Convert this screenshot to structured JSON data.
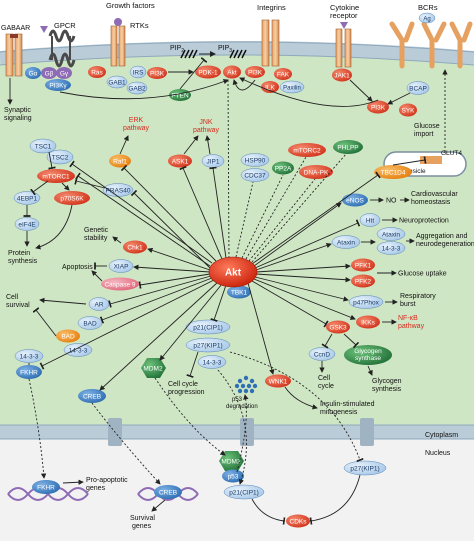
{
  "colors": {
    "cell_bg": "#cfe6c4",
    "membrane": "#b9ccd8",
    "nucleus_bg": "#f2f2f2",
    "blue": "#3d7fc4",
    "light_blue": "#bcd7ef",
    "red": "#e0492e",
    "orange": "#ef8a1f",
    "pink": "#e87a8d",
    "green": "#2f8a3e",
    "dark_blue": "#1f5fa0",
    "red_text": "#d62b1e"
  },
  "membrane_labels": {
    "gaba": "GABAAR",
    "gpcr": "GPCR",
    "growth_factors": "Growth factors",
    "rtks": "RTKs",
    "integrins": "Integrins",
    "cytokine_receptor": "Cytokine receptor",
    "bcrs": "BCRs",
    "pip2": "PIP",
    "pip3": "PIP",
    "pip2_sub": "2",
    "pip3_sub": "3"
  },
  "proteins": {
    "ga": "Gα",
    "gb": "Gβ",
    "gy": "Gγ",
    "pi3kg": "PI3Kγ",
    "ras": "Ras",
    "irs": "IRS",
    "gab1": "GAB1",
    "gab2": "GAB2",
    "pi3k_rtk": "PI3K",
    "pdk1": "PDK-1",
    "akt_mem": "Akt",
    "pten": "PTEN",
    "pi3k_int": "PI3K",
    "fak": "FAK",
    "ilk": "ILK",
    "paxillin": "Paxilin",
    "jak1": "JAK1",
    "pi3k_cyt": "PI3K",
    "bcap": "BCAP",
    "syk": "SYK",
    "ag": "Ag",
    "tsc1": "TSC1",
    "tsc2": "TSC2",
    "mtorc1": "mTORC1",
    "ebp1": "4EBP1",
    "p70s6k": "p70S6K",
    "eif4e": "eIF4E",
    "pras40": "PRAS40",
    "raf1": "Raf1",
    "ask1": "ASK1",
    "jip1": "JIP1",
    "hsp90": "HSP90",
    "cdc37": "CDC37",
    "mtorc2": "mTORC2",
    "phlpp": "PHLPP",
    "pp2a": "PP2A",
    "dnapk": "DNA-PK",
    "tbc1d4": "TBC1D4",
    "glut4": "GLUT4",
    "enos": "eNOS",
    "htt": "Htt",
    "ataxin_a": "Ataxin",
    "ataxin_b": "Ataxin",
    "f1433_ataxin": "14-3-3",
    "pfk1": "PFK1",
    "pfk2": "PFK2",
    "p47phox": "p47Phox",
    "ikks": "IKKs",
    "gsk3": "GSK3",
    "cond": "CcnD",
    "glycogen_synthase": "Glycogen synthase",
    "wnk1": "WNK1",
    "tbk1": "TBK1",
    "chk1": "Chk1",
    "xiap": "XIAP",
    "caspase9": "Caspase 9",
    "ar": "AR",
    "bad": "BAD",
    "f1433_bad": "14-3-3",
    "f1433_fkhr": "14-3-3",
    "fkhr": "FKHR",
    "creb": "CREB",
    "mdm2": "MDM2",
    "p21": "p21(CIP1)",
    "p27": "p27(KIP1)",
    "f1433_p27": "14-3-3",
    "akt_center": "Akt",
    "mdm2_nuc": "MDM2",
    "p53": "p53",
    "p27_nuc": "p27(KIP1)",
    "p21_nuc": "p21(CIP1)",
    "cdks": "CDKs",
    "fkhr_nuc": "FKHR",
    "creb_nuc": "CREB"
  },
  "texts": {
    "synaptic_signaling": [
      "Synaptic",
      "signaling"
    ],
    "erk_pathway": [
      "ERK",
      "pathway"
    ],
    "jnk_pathway": [
      "JNK",
      "pathway"
    ],
    "glucose_import": [
      "Glucose",
      "import"
    ],
    "vesicle": "Vesicle",
    "no": "NO",
    "cardiovascular": [
      "Cardiovascular",
      "homeostasis"
    ],
    "neuroprotection": "Neuroprotection",
    "aggregation": [
      "Aggregation and",
      "neurodegeneration"
    ],
    "glucose_uptake": "Glucose uptake",
    "respiratory": [
      "Respiratory",
      "burst"
    ],
    "nfkb": [
      "NF-κB",
      "pathway"
    ],
    "glycogen_synthesis": [
      "Glycogen",
      "synthesis"
    ],
    "cell_cycle": [
      "Cell",
      "cycle"
    ],
    "insulin_mitogenesis": [
      "Insulin-stimulated",
      "mitogenesis"
    ],
    "genetic_stability": [
      "Genetic",
      "stability"
    ],
    "apoptosis": "Apoptosis",
    "protein_synthesis": [
      "Protein",
      "synthesis"
    ],
    "cell_survival": [
      "Cell",
      "survival"
    ],
    "cell_cycle_progression": [
      "Cell cycle",
      "progression"
    ],
    "p53_degradation": [
      "p53",
      "degradation"
    ],
    "cytoplasm": "Cytoplasm",
    "nucleus": "Nucleus",
    "pro_apoptotic": [
      "Pro-apoptotic",
      "genes"
    ],
    "survival_genes": [
      "Survival",
      "genes"
    ]
  }
}
